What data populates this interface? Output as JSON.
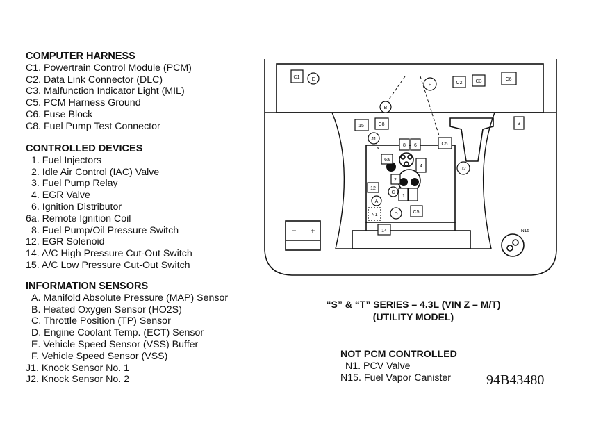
{
  "computer_harness": {
    "heading": "COMPUTER HARNESS",
    "items": [
      "C1. Powertrain Control Module (PCM)",
      "C2. Data Link Connector (DLC)",
      "C3. Malfunction Indicator Light (MIL)",
      "C5. PCM Harness Ground",
      "C6. Fuse Block",
      "C8. Fuel Pump Test Connector"
    ]
  },
  "controlled_devices": {
    "heading": "CONTROLLED DEVICES",
    "items": [
      " 1. Fuel Injectors",
      " 2. Idle Air Control (IAC) Valve",
      " 3. Fuel Pump Relay",
      " 4. EGR Valve",
      " 6. Ignition Distributor",
      "6a. Remote Ignition Coil",
      " 8. Fuel Pump/Oil Pressure Switch",
      "12. EGR Solenoid",
      "14. A/C High Pressure Cut-Out Switch",
      "15. A/C Low Pressure Cut-Out Switch"
    ]
  },
  "information_sensors": {
    "heading": "INFORMATION SENSORS",
    "items": [
      "A. Manifold Absolute Pressure (MAP) Sensor",
      "B. Heated Oxygen Sensor (HO2S)",
      "C. Throttle Position (TP) Sensor",
      "D. Engine Coolant Temp. (ECT) Sensor",
      "E. Vehicle Speed Sensor (VSS) Buffer",
      "F. Vehicle Speed Sensor (VSS)",
      "J1. Knock Sensor No. 1",
      "J2. Knock Sensor No. 2"
    ]
  },
  "caption": {
    "line1": "“S” & “T” SERIES  –  4.3L (VIN Z – M/T)",
    "line2": "(UTILITY MODEL)"
  },
  "not_pcm_controlled": {
    "heading": "NOT PCM CONTROLLED",
    "items": [
      "N1. PCV Valve",
      "N15. Fuel Vapor Canister"
    ]
  },
  "figure_id": "94B43480",
  "diagram_labels": {
    "C1": "C1",
    "E": "E",
    "F": "F",
    "C2": "C2",
    "C3": "C3",
    "C6": "C6",
    "B": "B",
    "n15": "15",
    "C8": "C8",
    "J1": "J1",
    "n8": "8",
    "n6": "6",
    "C5a": "C5",
    "n3": "3",
    "n6a": "6a",
    "n4": "4",
    "J2": "J2",
    "n2": "2",
    "n12": "12",
    "C": "C",
    "n1": "1",
    "A": "A",
    "D": "D",
    "C5b": "C5",
    "N1": "N1",
    "n14": "14",
    "N15": "N15",
    "minus": "−",
    "plus": "+"
  }
}
